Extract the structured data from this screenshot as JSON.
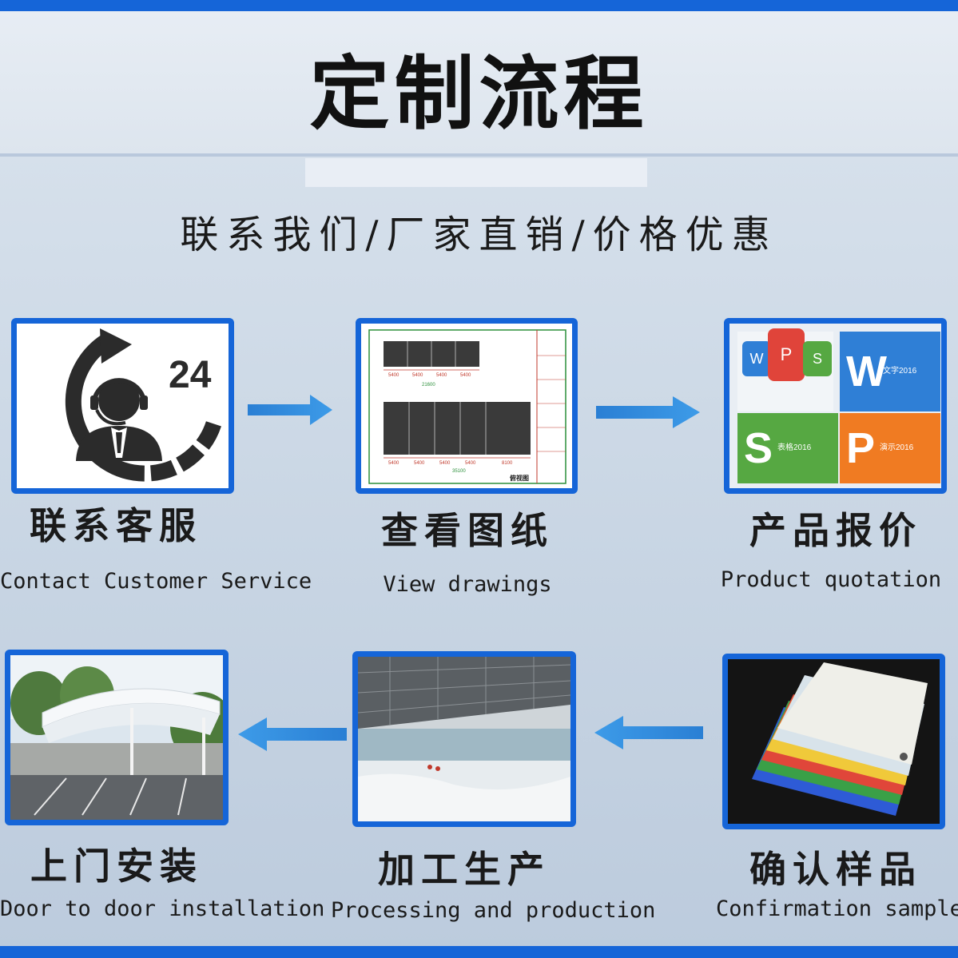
{
  "header": {
    "title": "定制流程",
    "subtitle": "联系我们/厂家直销/价格优惠"
  },
  "steps": [
    {
      "cn": "联系客服",
      "en": "Contact Customer Service"
    },
    {
      "cn": "查看图纸",
      "en": "View drawings"
    },
    {
      "cn": "产品报价",
      "en": "Product quotation"
    },
    {
      "cn": "上门安装",
      "en": "Door to door installation"
    },
    {
      "cn": "加工生产",
      "en": "Processing and production"
    },
    {
      "cn": "确认样品",
      "en": "Confirmation sample"
    }
  ],
  "service_icon": {
    "hours": "24"
  },
  "drawing": {
    "dim_top": [
      "5400",
      "5400",
      "5400",
      "5400"
    ],
    "total_top": "21600",
    "dim_bottom": [
      "5400",
      "5400",
      "5400",
      "5400",
      "8100"
    ],
    "total_bottom": "35100",
    "caption": "俯视图"
  },
  "wps": {
    "letters": [
      "W",
      "P",
      "S"
    ],
    "tiles": [
      {
        "letter": "W",
        "text": "文字2016"
      },
      {
        "letter": "S",
        "text": "表格2016"
      },
      {
        "letter": "P",
        "text": "演示2016"
      }
    ]
  },
  "colors": {
    "accent_blue": "#1565d8",
    "wps_blue": "#2f7fd6",
    "wps_green": "#56a842",
    "wps_orange": "#f07b22",
    "wps_red": "#e0443a"
  }
}
